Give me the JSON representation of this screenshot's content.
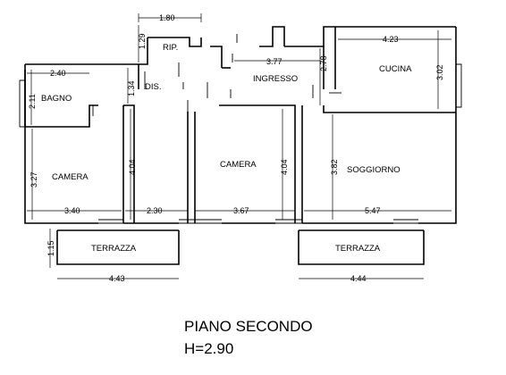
{
  "rooms": {
    "rip": "RIP.",
    "dis": "DIS.",
    "ingresso": "INGRESSO",
    "cucina": "CUCINA",
    "bagno": "BAGNO",
    "camera_left": "CAMERA",
    "camera_center": "CAMERA",
    "soggiorno": "SOGGIORNO",
    "terrazza_left": "TERRAZZA",
    "terrazza_right": "TERRAZZA"
  },
  "dimensions": {
    "d_1_80": "1.80",
    "d_1_29": "1.29",
    "d_4_23": "4.23",
    "d_3_77": "3.77",
    "d_2_78": "2.78",
    "d_3_02": "3.02",
    "d_2_40": "2.40",
    "d_2_11": "2.11",
    "d_1_34": "1.34",
    "d_3_27": "3.27",
    "d_4_04_left": "4.04",
    "d_4_04_center": "4.04",
    "d_3_82": "3.82",
    "d_3_40": "3.40",
    "d_2_30": "2.30",
    "d_3_67": "3.67",
    "d_5_47": "5.47",
    "d_1_15": "1.15",
    "d_4_43": "4.43",
    "d_4_44": "4.44"
  },
  "caption": {
    "floor": "PIANO SECONDO",
    "height": "H=2.90"
  }
}
